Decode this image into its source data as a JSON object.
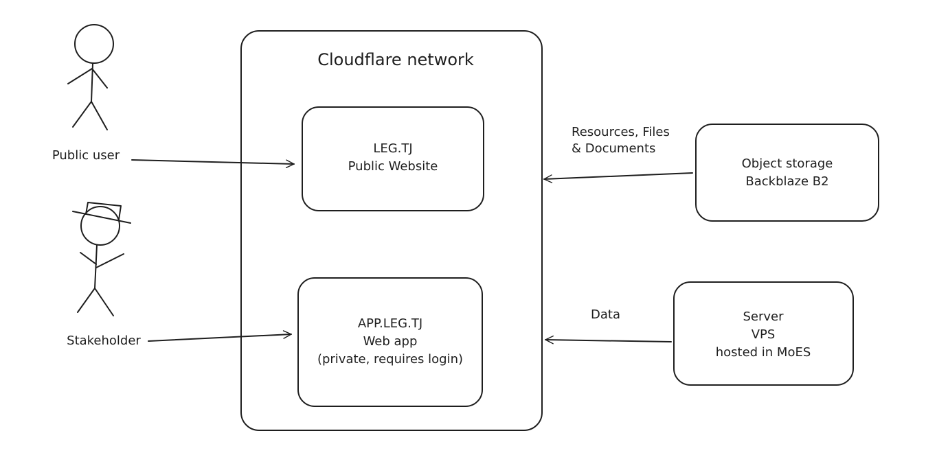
{
  "cloudflare": {
    "title": "Cloudflare network"
  },
  "public_site": {
    "line1": "LEG.TJ",
    "line2": "Public Website"
  },
  "web_app": {
    "line1": "APP.LEG.TJ",
    "line2": "Web app",
    "line3": "(private, requires login)"
  },
  "object_storage": {
    "line1": "Object storage",
    "line2": "Backblaze B2"
  },
  "server": {
    "line1": "Server",
    "line2": "VPS",
    "line3": "hosted in MoES"
  },
  "actors": {
    "public_user": "Public user",
    "stakeholder": "Stakeholder"
  },
  "edges": {
    "storage_label_line1": "Resources, Files",
    "storage_label_line2": "& Documents",
    "server_label": "Data"
  },
  "colors": {
    "stroke": "#1e1e1e",
    "background": "#ffffff"
  }
}
